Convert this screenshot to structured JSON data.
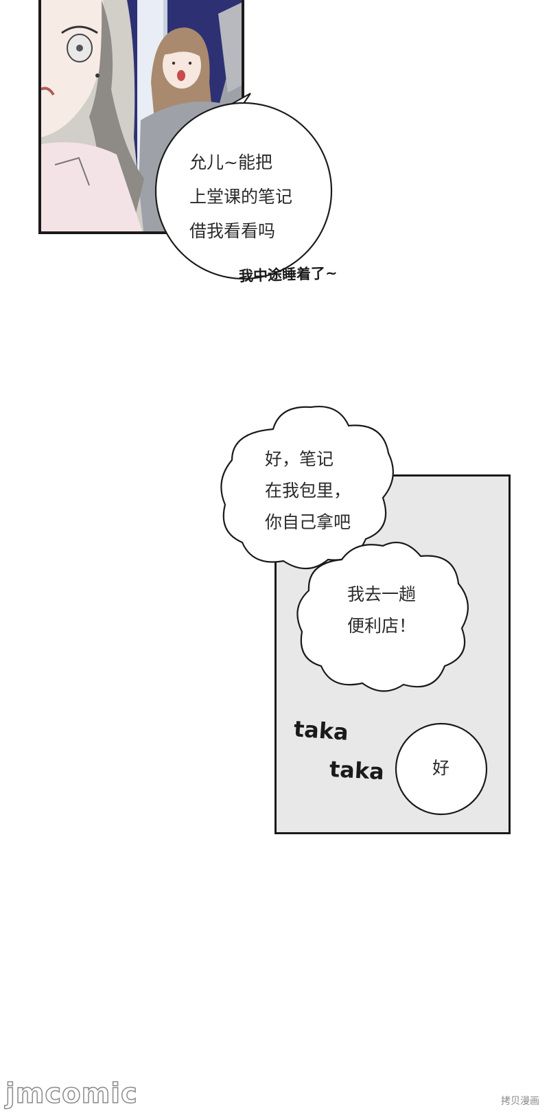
{
  "panel1": {
    "speech": [
      "允儿~能把",
      "上堂课的笔记",
      "借我看看吗"
    ],
    "aside": "我中途睡着了~"
  },
  "panel2": {
    "cloud1": [
      "好，笔记",
      "在我包里，",
      "你自己拿吧"
    ],
    "cloud2": [
      "我去一趟",
      "便利店！"
    ],
    "sfx1": "taka",
    "sfx2": "taka",
    "reply": "好"
  },
  "watermarks": {
    "logo": "jmcomic",
    "corner": "拷贝漫画"
  }
}
